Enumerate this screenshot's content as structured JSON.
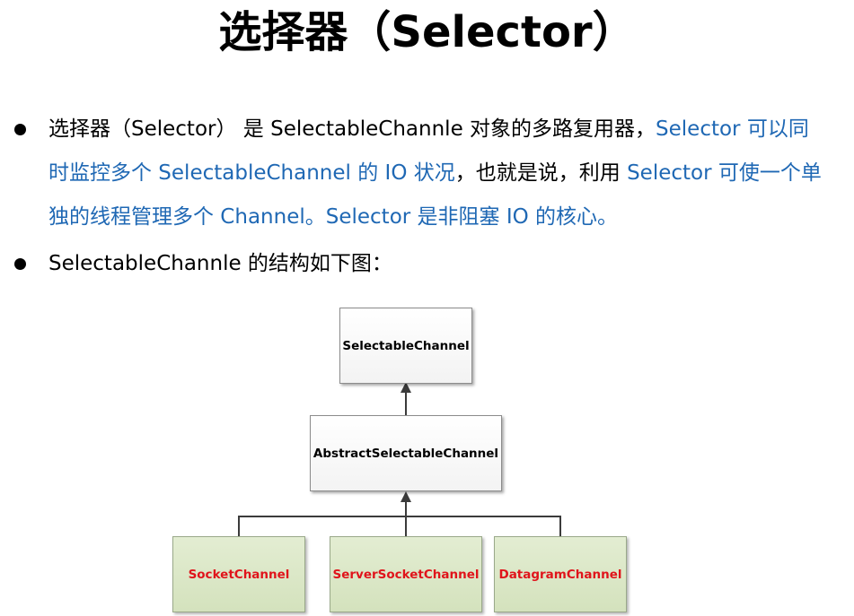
{
  "title": "选择器（Selector）",
  "bullets": [
    {
      "part1": "选择器（Selector） 是 SelectableChannle 对象的多路复用器，",
      "part2": "Selector 可以同时监控多个 SelectableChannel 的 IO 状况",
      "part3": "，也就是说，利用 ",
      "part4": "Selector 可使一个单独的线程管理多个 Channel。Selector 是非阻塞 IO 的核心。"
    },
    {
      "text": "SelectableChannle 的结构如下图："
    }
  ],
  "diagram": {
    "root": "SelectableChannel",
    "middle": "AbstractSelectableChannel",
    "leaves": [
      "SocketChannel",
      "ServerSocketChannel",
      "DatagramChannel"
    ]
  }
}
